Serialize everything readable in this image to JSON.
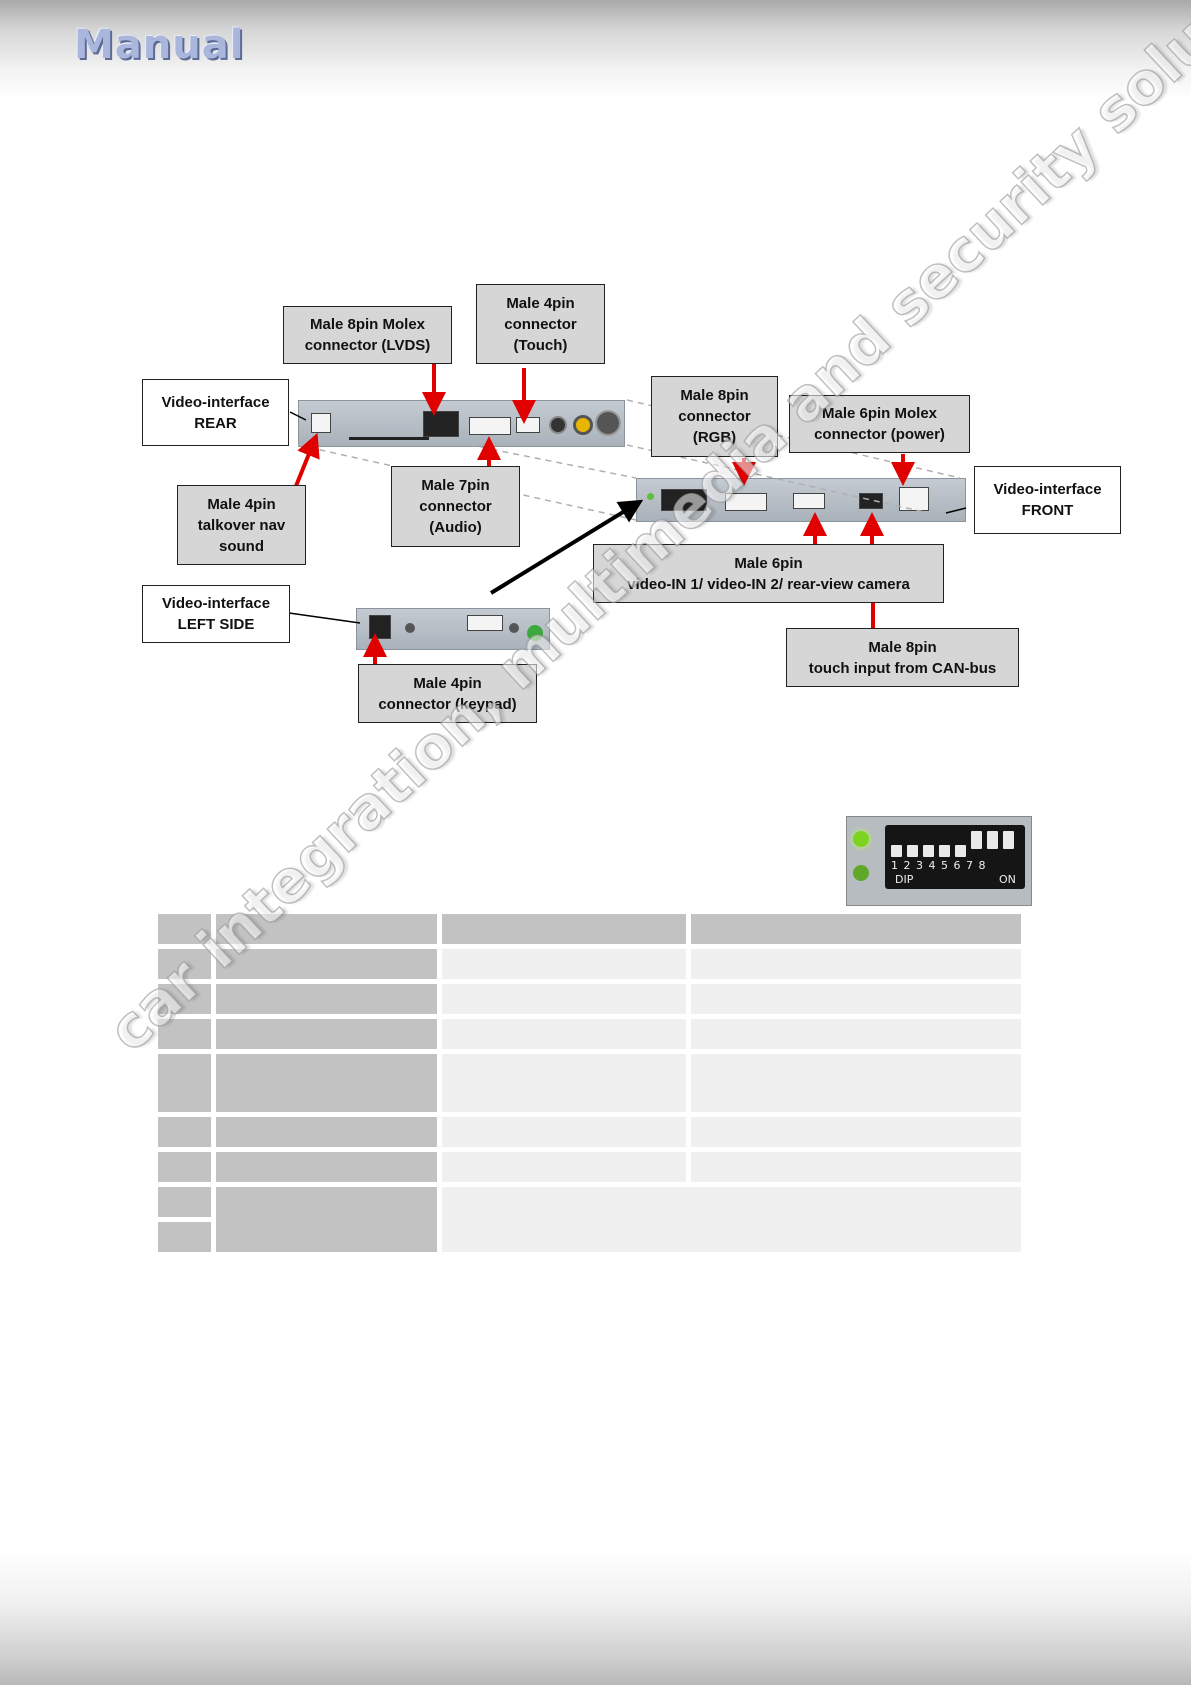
{
  "header": {
    "title": "Manual"
  },
  "watermark": "car integration, multimedia and security solutions www.dvsbg.com",
  "diagram": {
    "labels": {
      "rear_interface": "Video-interface\nREAR",
      "front_interface": "Video-interface\nFRONT",
      "left_interface": "Video-interface\nLEFT SIDE",
      "lvds": "Male 8pin Molex\nconnector (LVDS)",
      "touch": "Male 4pin\nconnector\n(Touch)",
      "rgb": "Male 8pin\nconnector\n(RGB)",
      "power": "Male 6pin Molex\nconnector (power)",
      "talkover": "Male 4pin\ntalkover nav\nsound",
      "audio": "Male 7pin\nconnector\n(Audio)",
      "video_in": "Male 6pin\nvideo-IN 1/ video-IN 2/ rear-view camera",
      "can_bus": "Male 8pin\ntouch input from CAN-bus",
      "keypad": "Male 4pin\nconnector (keypad)"
    },
    "dip_photo": {
      "numbers": "1 2 3 4 5 6 7 8",
      "dip_text": "DIP",
      "on_text": "ON",
      "switches_on": [
        false,
        false,
        false,
        false,
        false,
        true,
        true,
        true
      ]
    }
  },
  "colors": {
    "arrow": "#e00000",
    "callout_fill": "#d6d6d6",
    "led": "#7ed321"
  }
}
